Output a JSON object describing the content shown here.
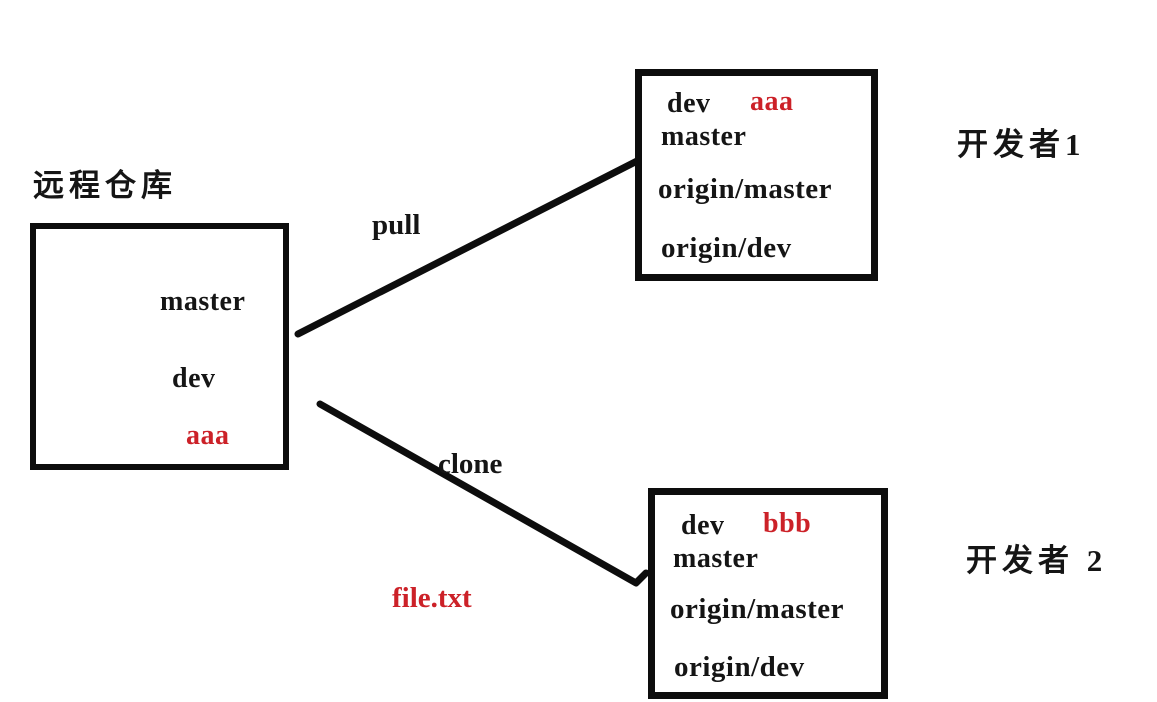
{
  "colors": {
    "ink": "#151515",
    "border": "#0d0d0d",
    "accent_red": "#cc2128",
    "background": "#ffffff"
  },
  "remote_repo": {
    "title": "远程仓库",
    "branch_master": "master",
    "branch_dev": "dev",
    "commit": "aaa"
  },
  "developer1": {
    "caption": "开发者1",
    "branch_dev": "dev",
    "commit": "aaa",
    "branch_master": "master",
    "ref_master": "origin/master",
    "ref_dev": "origin/dev"
  },
  "developer2": {
    "caption": "开发者 2",
    "branch_dev": "dev",
    "commit": "bbb",
    "branch_master": "master",
    "ref_master": "origin/master",
    "ref_dev": "origin/dev"
  },
  "edges": {
    "pull_label": "pull",
    "clone_label": "clone"
  },
  "annotations": {
    "file_label": "file.txt"
  }
}
